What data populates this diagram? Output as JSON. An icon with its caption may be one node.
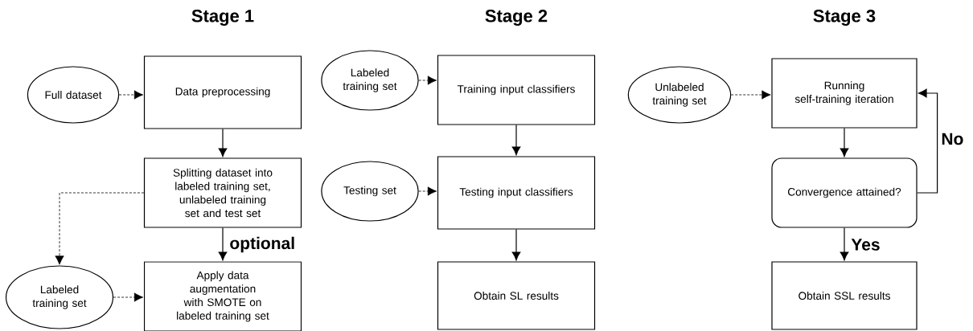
{
  "diagram": {
    "nodes": [
      {
        "text": [
          "Full dataset"
        ]
      },
      {
        "text": [
          "Data preprocessing"
        ]
      },
      {
        "text": [
          "Splitting dataset into labeled training set, unlabeled training set and test set"
        ]
      },
      {
        "text": [
          "Labeled training set"
        ]
      },
      {
        "text": [
          "Apply data augmentation with SMOTE on labeled training set"
        ]
      },
      {
        "text": [
          "Labeled training set"
        ]
      },
      {
        "text": [
          "Training input classifiers"
        ]
      },
      {
        "text": [
          "Testing set"
        ]
      },
      {
        "text": [
          "Testing input classifiers"
        ]
      },
      {
        "text": [
          "Obtain SL results"
        ]
      },
      {
        "text": [
          "Unlabeled training set"
        ]
      },
      {
        "text": [
          "Running self-training iteration"
        ]
      },
      {
        "text": [
          "Convergence attained?"
        ]
      },
      {
        "text": [
          "Obtain SSL results"
        ]
      }
    ],
    "edges": [
      {
        "from": 0,
        "to": 1,
        "arrow": "to",
        "style": "dashed"
      },
      {
        "from": 1,
        "to": 2,
        "arrow": "to"
      },
      {
        "from": 2,
        "to": 3,
        "arrow": "to",
        "style": "dashed"
      },
      {
        "from": 2,
        "to": 4,
        "arrow": "to",
        "label": "optional"
      },
      {
        "from": 3,
        "to": 4,
        "arrow": "to",
        "style": "dashed"
      },
      {
        "from": 5,
        "to": 6,
        "arrow": "to",
        "style": "dashed"
      },
      {
        "from": 6,
        "to": 8,
        "arrow": "to"
      },
      {
        "from": 7,
        "to": 8,
        "arrow": "to",
        "style": "dashed"
      },
      {
        "from": 8,
        "to": 9,
        "arrow": "to"
      },
      {
        "from": 10,
        "to": 11,
        "arrow": "to",
        "style": "dashed"
      },
      {
        "from": 11,
        "to": 12,
        "arrow": "to"
      },
      {
        "from": 12,
        "to": 11,
        "arrow": "to",
        "label": "No"
      },
      {
        "from": 12,
        "to": 13,
        "arrow": "to",
        "label": "Yes"
      }
    ],
    "labels": [
      "Stage 1",
      "Stage 2",
      "Stage 3"
    ]
  }
}
